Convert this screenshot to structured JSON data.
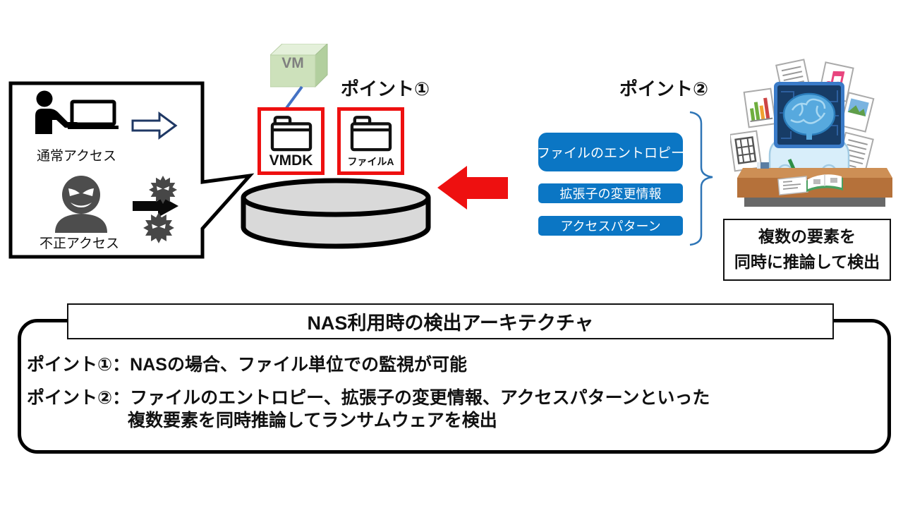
{
  "colors": {
    "accent_red": "#EE1010",
    "factor_blue": "#0B76C4",
    "brace_blue": "#2E75B6",
    "connector_blue": "#4472C4",
    "vm_green": "#CDE1BB",
    "cylinder_gray": "#D9D9D9",
    "navy_arrow_outline": "#1F3864",
    "attacker_gray": "#4D4D4D"
  },
  "diagram": {
    "access_box": {
      "normal_label": "通常アクセス",
      "attack_label": "不正アクセス"
    },
    "vm_label": "VM",
    "point1_label": "ポイント①",
    "point2_label": "ポイント②",
    "folders": [
      {
        "label": "VMDK"
      },
      {
        "label": "ファイルA"
      }
    ],
    "factors": [
      {
        "label": "ファイルのエントロピー"
      },
      {
        "label": "拡張子の変更情報"
      },
      {
        "label": "アクセスパターン"
      }
    ],
    "inference_note": {
      "line1": "複数の要素を",
      "line2": "同時に推論して検出"
    }
  },
  "summary": {
    "title": "NAS利用時の検出アーキテクチャ",
    "point1": "ポイント①：NASの場合、ファイル単位での監視が可能",
    "point2_line1": "ポイント②：ファイルのエントロピー、拡張子の変更情報、アクセスパターンといった",
    "point2_line2": "複数要素を同時推論してランサムウェアを検出"
  }
}
